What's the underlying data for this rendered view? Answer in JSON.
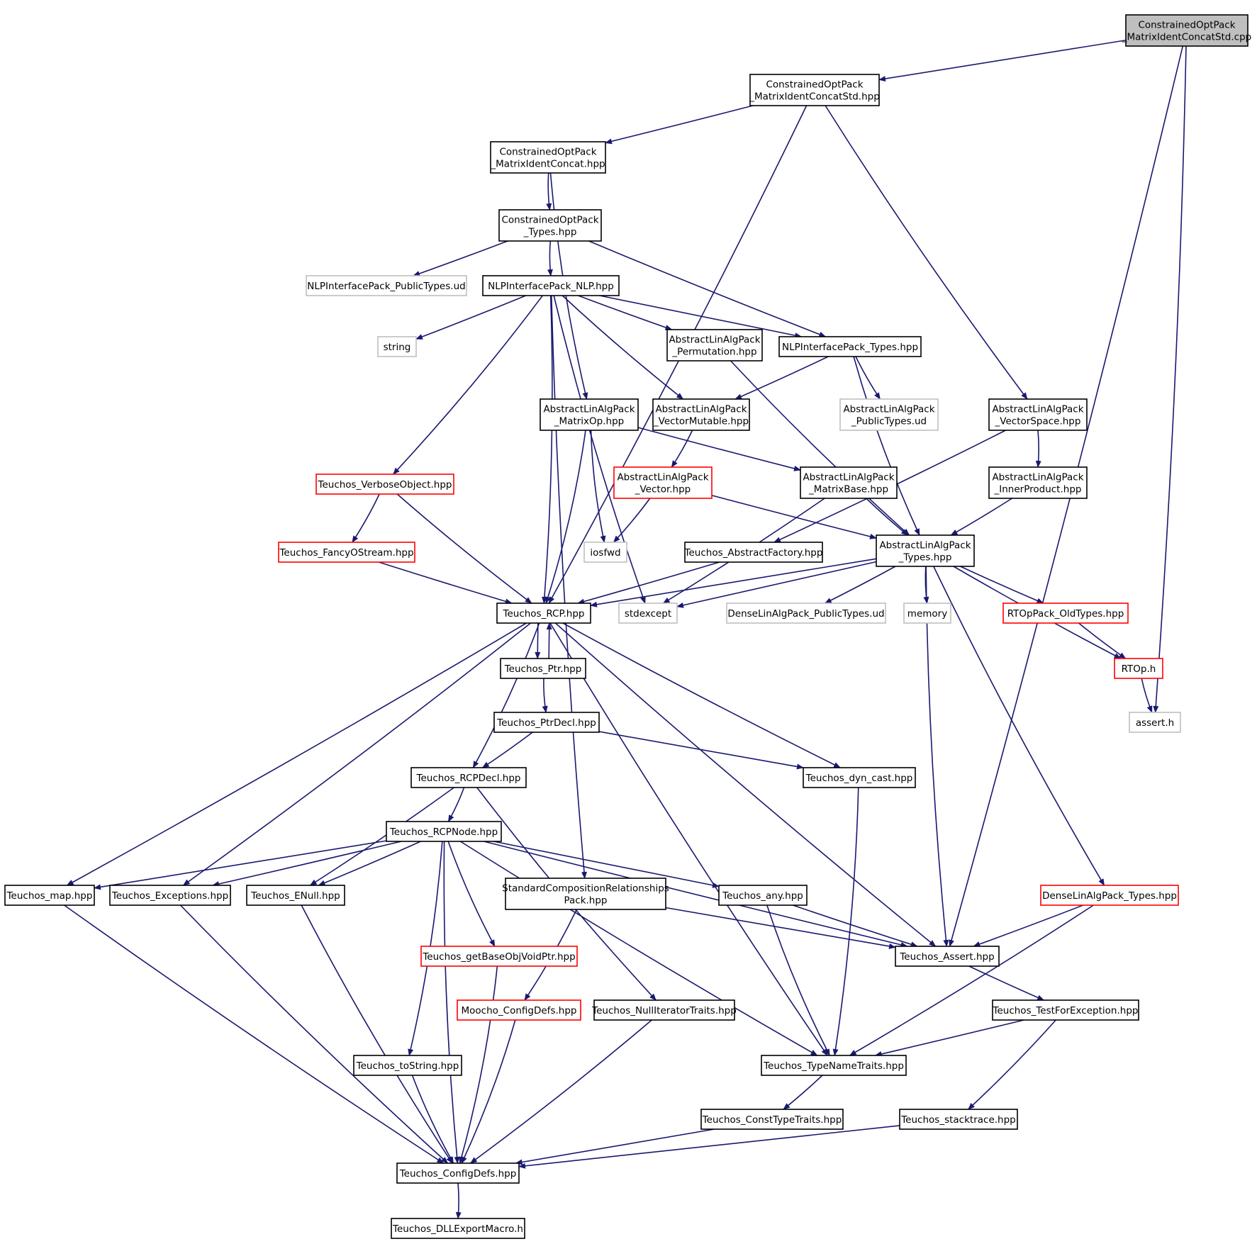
{
  "nodes": [
    {
      "id": "root",
      "lines": [
        "ConstrainedOptPack",
        "_MatrixIdentConcatStd.cpp"
      ],
      "style": "root"
    },
    {
      "id": "n_std_hpp",
      "lines": [
        "ConstrainedOptPack",
        "_MatrixIdentConcatStd.hpp"
      ],
      "style": "normal"
    },
    {
      "id": "n_concat",
      "lines": [
        "ConstrainedOptPack",
        "_MatrixIdentConcat.hpp"
      ],
      "style": "normal"
    },
    {
      "id": "n_types",
      "lines": [
        "ConstrainedOptPack",
        "_Types.hpp"
      ],
      "style": "normal"
    },
    {
      "id": "n_nlp_pub",
      "lines": [
        "NLPInterfacePack_PublicTypes.ud"
      ],
      "style": "missing"
    },
    {
      "id": "n_nlp",
      "lines": [
        "NLPInterfacePack_NLP.hpp"
      ],
      "style": "normal"
    },
    {
      "id": "n_string",
      "lines": [
        "string"
      ],
      "style": "missing"
    },
    {
      "id": "n_perm",
      "lines": [
        "AbstractLinAlgPack",
        "_Permutation.hpp"
      ],
      "style": "normal"
    },
    {
      "id": "n_nlp_types",
      "lines": [
        "NLPInterfacePack_Types.hpp"
      ],
      "style": "normal"
    },
    {
      "id": "n_matop",
      "lines": [
        "AbstractLinAlgPack",
        "_MatrixOp.hpp"
      ],
      "style": "normal"
    },
    {
      "id": "n_vecmut",
      "lines": [
        "AbstractLinAlgPack",
        "_VectorMutable.hpp"
      ],
      "style": "normal"
    },
    {
      "id": "n_alap_pub",
      "lines": [
        "AbstractLinAlgPack",
        "_PublicTypes.ud"
      ],
      "style": "missing"
    },
    {
      "id": "n_vecspace",
      "lines": [
        "AbstractLinAlgPack",
        "_VectorSpace.hpp"
      ],
      "style": "normal"
    },
    {
      "id": "n_verbose",
      "lines": [
        "Teuchos_VerboseObject.hpp"
      ],
      "style": "truncated"
    },
    {
      "id": "n_vector",
      "lines": [
        "AbstractLinAlgPack",
        "_Vector.hpp"
      ],
      "style": "truncated"
    },
    {
      "id": "n_matbase",
      "lines": [
        "AbstractLinAlgPack",
        "_MatrixBase.hpp"
      ],
      "style": "normal"
    },
    {
      "id": "n_inner",
      "lines": [
        "AbstractLinAlgPack",
        "_InnerProduct.hpp"
      ],
      "style": "normal"
    },
    {
      "id": "n_fancy",
      "lines": [
        "Teuchos_FancyOStream.hpp"
      ],
      "style": "truncated"
    },
    {
      "id": "n_iosfwd",
      "lines": [
        "iosfwd"
      ],
      "style": "missing"
    },
    {
      "id": "n_absfact",
      "lines": [
        "Teuchos_AbstractFactory.hpp"
      ],
      "style": "normal"
    },
    {
      "id": "n_alap_types",
      "lines": [
        "AbstractLinAlgPack",
        "_Types.hpp"
      ],
      "style": "normal"
    },
    {
      "id": "n_rcp",
      "lines": [
        "Teuchos_RCP.hpp"
      ],
      "style": "normal"
    },
    {
      "id": "n_stdexcept",
      "lines": [
        "stdexcept"
      ],
      "style": "missing"
    },
    {
      "id": "n_dense_pub",
      "lines": [
        "DenseLinAlgPack_PublicTypes.ud"
      ],
      "style": "missing"
    },
    {
      "id": "n_memory",
      "lines": [
        "memory"
      ],
      "style": "missing"
    },
    {
      "id": "n_rtop_old",
      "lines": [
        "RTOpPack_OldTypes.hpp"
      ],
      "style": "truncated"
    },
    {
      "id": "n_ptr",
      "lines": [
        "Teuchos_Ptr.hpp"
      ],
      "style": "normal"
    },
    {
      "id": "n_rtop",
      "lines": [
        "RTOp.h"
      ],
      "style": "truncated"
    },
    {
      "id": "n_ptrdecl",
      "lines": [
        "Teuchos_PtrDecl.hpp"
      ],
      "style": "normal"
    },
    {
      "id": "n_assert_h",
      "lines": [
        "assert.h"
      ],
      "style": "missing"
    },
    {
      "id": "n_rcpdecl",
      "lines": [
        "Teuchos_RCPDecl.hpp"
      ],
      "style": "normal"
    },
    {
      "id": "n_dyncast",
      "lines": [
        "Teuchos_dyn_cast.hpp"
      ],
      "style": "normal"
    },
    {
      "id": "n_rcpnode",
      "lines": [
        "Teuchos_RCPNode.hpp"
      ],
      "style": "normal"
    },
    {
      "id": "n_map",
      "lines": [
        "Teuchos_map.hpp"
      ],
      "style": "normal"
    },
    {
      "id": "n_exceptions",
      "lines": [
        "Teuchos_Exceptions.hpp"
      ],
      "style": "normal"
    },
    {
      "id": "n_enull",
      "lines": [
        "Teuchos_ENull.hpp"
      ],
      "style": "normal"
    },
    {
      "id": "n_scrp",
      "lines": [
        "StandardCompositionRelationships",
        "Pack.hpp"
      ],
      "style": "normal"
    },
    {
      "id": "n_any",
      "lines": [
        "Teuchos_any.hpp"
      ],
      "style": "normal"
    },
    {
      "id": "n_dense_types",
      "lines": [
        "DenseLinAlgPack_Types.hpp"
      ],
      "style": "truncated"
    },
    {
      "id": "n_assert",
      "lines": [
        "Teuchos_Assert.hpp"
      ],
      "style": "normal"
    },
    {
      "id": "n_getbase",
      "lines": [
        "Teuchos_getBaseObjVoidPtr.hpp"
      ],
      "style": "truncated"
    },
    {
      "id": "n_moocho",
      "lines": [
        "Moocho_ConfigDefs.hpp"
      ],
      "style": "truncated"
    },
    {
      "id": "n_nulliter",
      "lines": [
        "Teuchos_NullIteratorTraits.hpp"
      ],
      "style": "normal"
    },
    {
      "id": "n_testfor",
      "lines": [
        "Teuchos_TestForException.hpp"
      ],
      "style": "normal"
    },
    {
      "id": "n_tostring",
      "lines": [
        "Teuchos_toString.hpp"
      ],
      "style": "normal"
    },
    {
      "id": "n_typename",
      "lines": [
        "Teuchos_TypeNameTraits.hpp"
      ],
      "style": "normal"
    },
    {
      "id": "n_consttype",
      "lines": [
        "Teuchos_ConstTypeTraits.hpp"
      ],
      "style": "normal"
    },
    {
      "id": "n_stacktrace",
      "lines": [
        "Teuchos_stacktrace.hpp"
      ],
      "style": "normal"
    },
    {
      "id": "n_configdefs",
      "lines": [
        "Teuchos_ConfigDefs.hpp"
      ],
      "style": "normal"
    },
    {
      "id": "n_dllexport",
      "lines": [
        "Teuchos_DLLExportMacro.h"
      ],
      "style": "normal"
    }
  ],
  "edges": [
    [
      "root",
      "n_std_hpp"
    ],
    [
      "root",
      "n_assert_h"
    ],
    [
      "root",
      "n_assert"
    ],
    [
      "n_std_hpp",
      "n_concat"
    ],
    [
      "n_std_hpp",
      "n_rcp"
    ],
    [
      "n_std_hpp",
      "n_vecspace"
    ],
    [
      "n_concat",
      "n_types"
    ],
    [
      "n_concat",
      "n_matop"
    ],
    [
      "n_types",
      "n_nlp_pub"
    ],
    [
      "n_types",
      "n_nlp"
    ],
    [
      "n_types",
      "n_nlp_types"
    ],
    [
      "n_nlp",
      "n_string"
    ],
    [
      "n_nlp",
      "n_perm"
    ],
    [
      "n_nlp",
      "n_nlp_types"
    ],
    [
      "n_nlp",
      "n_vecmut"
    ],
    [
      "n_nlp",
      "n_verbose"
    ],
    [
      "n_nlp",
      "n_rcp"
    ],
    [
      "n_nlp",
      "n_stdexcept"
    ],
    [
      "n_nlp",
      "n_scrp"
    ],
    [
      "n_perm",
      "n_alap_types"
    ],
    [
      "n_nlp_types",
      "n_vecmut"
    ],
    [
      "n_nlp_types",
      "n_alap_pub"
    ],
    [
      "n_nlp_types",
      "n_alap_types"
    ],
    [
      "n_matop",
      "n_matbase"
    ],
    [
      "n_matop",
      "n_iosfwd"
    ],
    [
      "n_matop",
      "n_rcp"
    ],
    [
      "n_vecmut",
      "n_vector"
    ],
    [
      "n_vecspace",
      "n_inner"
    ],
    [
      "n_vecspace",
      "n_absfact"
    ],
    [
      "n_verbose",
      "n_fancy"
    ],
    [
      "n_verbose",
      "n_rcp"
    ],
    [
      "n_vector",
      "n_iosfwd"
    ],
    [
      "n_vector",
      "n_alap_types"
    ],
    [
      "n_matbase",
      "n_alap_types"
    ],
    [
      "n_matbase",
      "n_stdexcept"
    ],
    [
      "n_inner",
      "n_alap_types"
    ],
    [
      "n_fancy",
      "n_rcp"
    ],
    [
      "n_absfact",
      "n_rcp"
    ],
    [
      "n_alap_types",
      "n_rcp"
    ],
    [
      "n_alap_types",
      "n_stdexcept"
    ],
    [
      "n_alap_types",
      "n_dense_pub"
    ],
    [
      "n_alap_types",
      "n_memory"
    ],
    [
      "n_alap_types",
      "n_rtop_old"
    ],
    [
      "n_alap_types",
      "n_rtop"
    ],
    [
      "n_alap_types",
      "n_assert"
    ],
    [
      "n_alap_types",
      "n_dense_types"
    ],
    [
      "n_rtop_old",
      "n_rtop"
    ],
    [
      "n_rtop",
      "n_assert_h"
    ],
    [
      "n_rcp",
      "n_ptr"
    ],
    [
      "n_ptr",
      "n_rcp"
    ],
    [
      "n_ptr",
      "n_ptrdecl"
    ],
    [
      "n_rcp",
      "n_rcpdecl"
    ],
    [
      "n_rcp",
      "n_dyncast"
    ],
    [
      "n_rcp",
      "n_map"
    ],
    [
      "n_rcp",
      "n_exceptions"
    ],
    [
      "n_rcp",
      "n_typename"
    ],
    [
      "n_rcp",
      "n_assert"
    ],
    [
      "n_ptrdecl",
      "n_rcpdecl"
    ],
    [
      "n_ptrdecl",
      "n_dyncast"
    ],
    [
      "n_rcpdecl",
      "n_rcpnode"
    ],
    [
      "n_rcpdecl",
      "n_enull"
    ],
    [
      "n_rcpdecl",
      "n_nulliter"
    ],
    [
      "n_rcpnode",
      "n_map"
    ],
    [
      "n_rcpnode",
      "n_exceptions"
    ],
    [
      "n_rcpnode",
      "n_enull"
    ],
    [
      "n_rcpnode",
      "n_any"
    ],
    [
      "n_rcpnode",
      "n_assert"
    ],
    [
      "n_rcpnode",
      "n_getbase"
    ],
    [
      "n_rcpnode",
      "n_tostring"
    ],
    [
      "n_rcpnode",
      "n_typename"
    ],
    [
      "n_rcpnode",
      "n_configdefs"
    ],
    [
      "n_dyncast",
      "n_typename"
    ],
    [
      "n_scrp",
      "n_assert"
    ],
    [
      "n_scrp",
      "n_moocho"
    ],
    [
      "n_any",
      "n_assert"
    ],
    [
      "n_any",
      "n_typename"
    ],
    [
      "n_dense_types",
      "n_assert"
    ],
    [
      "n_dense_types",
      "n_typename"
    ],
    [
      "n_assert",
      "n_testfor"
    ],
    [
      "n_testfor",
      "n_typename"
    ],
    [
      "n_testfor",
      "n_stacktrace"
    ],
    [
      "n_typename",
      "n_consttype"
    ],
    [
      "n_map",
      "n_configdefs"
    ],
    [
      "n_exceptions",
      "n_configdefs"
    ],
    [
      "n_enull",
      "n_configdefs"
    ],
    [
      "n_getbase",
      "n_configdefs"
    ],
    [
      "n_moocho",
      "n_configdefs"
    ],
    [
      "n_nulliter",
      "n_configdefs"
    ],
    [
      "n_tostring",
      "n_configdefs"
    ],
    [
      "n_consttype",
      "n_configdefs"
    ],
    [
      "n_stacktrace",
      "n_configdefs"
    ],
    [
      "n_configdefs",
      "n_dllexport"
    ]
  ]
}
